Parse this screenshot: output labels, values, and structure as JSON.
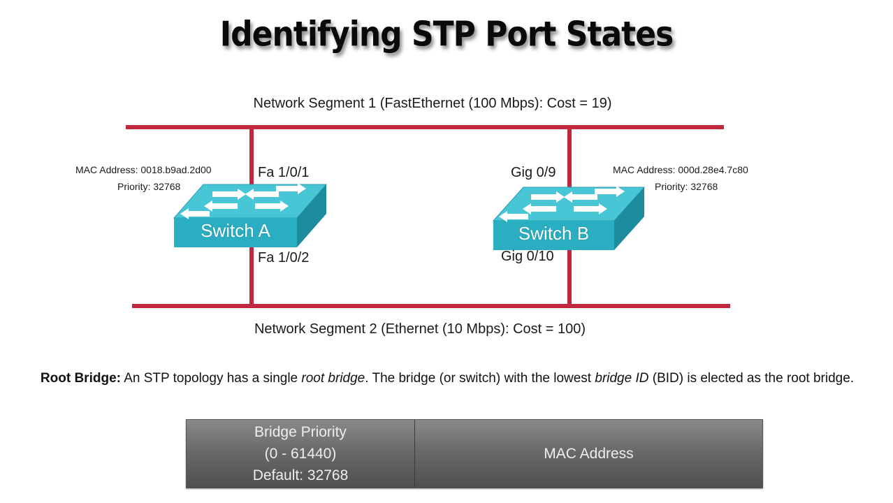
{
  "title": "Identifying STP Port States",
  "segments": {
    "segment1": "Network Segment 1 (FastEthernet (100 Mbps): Cost = 19)",
    "segment2": "Network Segment 2 (Ethernet (10 Mbps): Cost = 100)"
  },
  "switch_a": {
    "name": "Switch A",
    "mac": "MAC Address: 0018.b9ad.2d00",
    "priority": "Priority: 32768",
    "port_top": "Fa 1/0/1",
    "port_bottom": "Fa 1/0/2"
  },
  "switch_b": {
    "name": "Switch B",
    "mac": "MAC Address: 000d.28e4.7c80",
    "priority": "Priority: 32768",
    "port_top": "Gig 0/9",
    "port_bottom": "Gig 0/10"
  },
  "description": {
    "term": "Root Bridge:",
    "text_1": " An STP topology has a single ",
    "em_1": "root bridge",
    "text_2": ". The bridge (or switch) with the lowest ",
    "em_2": "bridge ID",
    "text_3": " (BID) is elected as the root bridge."
  },
  "bid_table": {
    "priority_line1": "Bridge Priority",
    "priority_line2": "(0 - 61440)",
    "priority_line3": "Default: 32768",
    "mac_label": "MAC Address"
  },
  "colors": {
    "segment_line": "#c1273f",
    "switch_top": "#48c6d6",
    "switch_front": "#2aaec2",
    "switch_side": "#1d8c9e"
  }
}
